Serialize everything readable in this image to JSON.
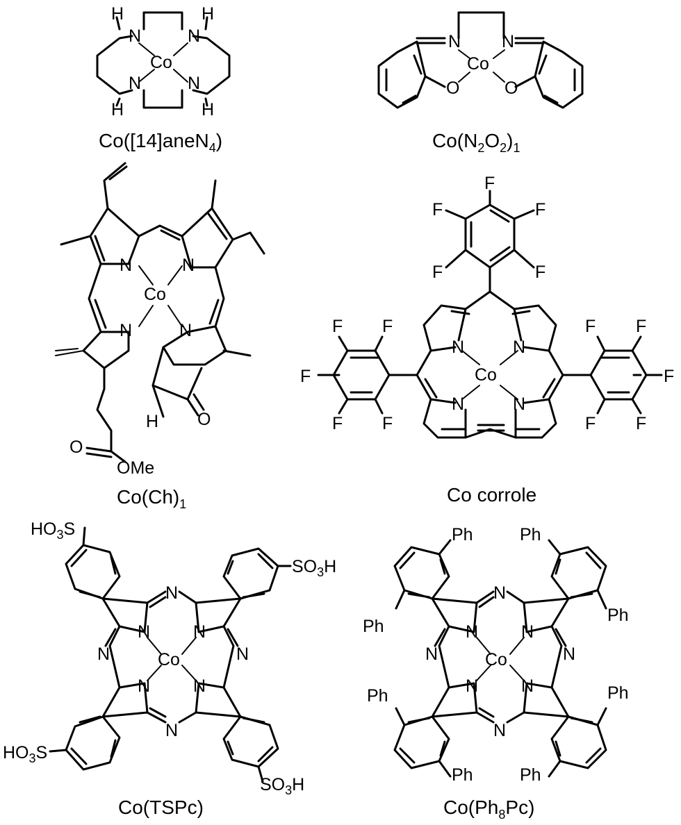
{
  "captions": {
    "c1": {
      "main": "Co([14]aneN",
      "sub": "4",
      "end": ")"
    },
    "c2": {
      "a": "Co(N",
      "s1": "2",
      "b": "O",
      "s2": "2",
      "c": ")",
      "s3": "1"
    },
    "c3": {
      "main": "Co(Ch)",
      "sub": "1"
    },
    "c4": {
      "main": "Co corrole"
    },
    "c5": {
      "main": "Co(TSPc)"
    },
    "c6": {
      "a": "Co(Ph",
      "s": "8",
      "b": "Pc)"
    }
  },
  "atoms": {
    "co": "Co",
    "n": "N",
    "h": "H",
    "o": "O",
    "f": "F",
    "ome": "OMe",
    "ph": "Ph",
    "so3h_left": {
      "a": "HO",
      "s": "3",
      "b": "S"
    },
    "so3h_right": {
      "a": "SO",
      "s": "3",
      "b": "H"
    }
  }
}
